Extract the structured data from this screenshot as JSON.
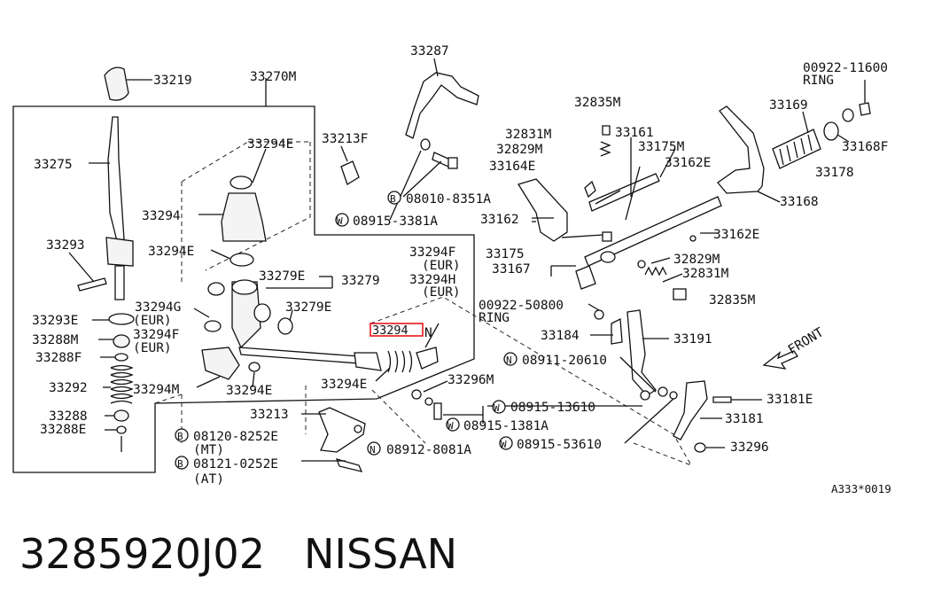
{
  "highlight_color": "#e8151b",
  "labels": {
    "p33287": "33287",
    "p33219": "33219",
    "p33270M": "33270M",
    "p33275": "33275",
    "p33294E_top": "33294E",
    "p33213F": "33213F",
    "p33294": "33294",
    "p33294E_mid": "33294E",
    "p33293": "33293",
    "p33279E_top": "33279E",
    "p33279": "33279",
    "p33279E_low": "33279E",
    "p33294G": "33294G",
    "p33293E": "33293E",
    "eur1": "(EUR)",
    "p33288M": "33288M",
    "p33294F_left": "33294F",
    "eur2": "(EUR)",
    "p33288F": "33288F",
    "p33292": "33292",
    "p33294M": "33294M",
    "p33294E_low": "33294E",
    "p33288": "33288",
    "p33288E": "33288E",
    "p33213": "33213",
    "b08120": "08120-8252E",
    "mt": "(MT)",
    "b08121": "08121-0252E",
    "at": "(AT)",
    "b08010": "08010-8351A",
    "w08915_3381A": "08915-3381A",
    "p33294F_right": "33294F",
    "eur3": "(EUR)",
    "p33294H": "33294H",
    "eur4": "(EUR)",
    "highlight_part": "33294",
    "highlight_suffix": "N",
    "p33294E_right": "33294E",
    "p33296M": "33296M",
    "w08915_1381A": "08915-1381A",
    "n08912": "08912-8081A",
    "p32835M_top": "32835M",
    "p32831M_top": "32831M",
    "p33161": "33161",
    "p32829M_top": "32829M",
    "p33175M": "33175M",
    "p33164E": "33164E",
    "p33162E_top": "33162E",
    "p33162": "33162",
    "p33175": "33175",
    "p33167": "33167",
    "p33162E_mid": "33162E",
    "p32829M_low": "32829M",
    "p32831M_low": "32831M",
    "p32835M_low": "32835M",
    "r00922_50800": "00922-50800",
    "ring1": "RING",
    "p33184": "33184",
    "p33191": "33191",
    "n08911": "08911-20610",
    "w08915_13610": "08915-13610",
    "w08915_53610": "08915-53610",
    "r00922_11600": "00922-11600",
    "ring2": "RING",
    "p33169": "33169",
    "p33168F": "33168F",
    "p33178": "33178",
    "p33168": "33168",
    "front": "FRONT",
    "p33181E": "33181E",
    "p33181": "33181",
    "p33296": "33296",
    "ref": "A333*0019"
  },
  "prefixes": {
    "B": "B",
    "W": "W",
    "N": "N"
  },
  "footer": {
    "part_number": "3285920J02",
    "brand": "NISSAN"
  }
}
